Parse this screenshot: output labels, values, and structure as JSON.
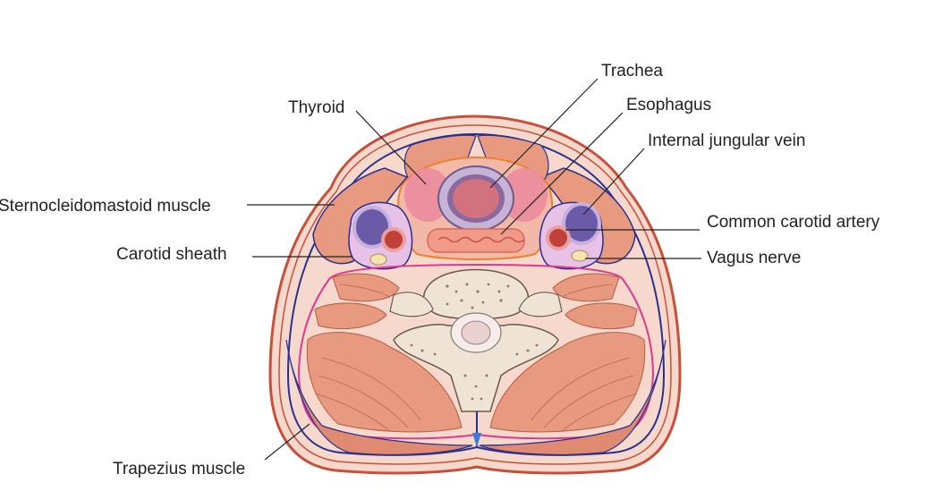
{
  "labels": {
    "trachea": "Trachea",
    "esophagus": "Esophagus",
    "thyroid": "Thyroid",
    "internal_jugular_vein": "Internal jungular vein",
    "sternocleidomastoid": "Sternocleidomastoid muscle",
    "common_carotid_artery": "Common carotid artery",
    "carotid_sheath": "Carotid sheath",
    "vagus_nerve": "Vagus nerve",
    "trapezius": "Trapezius muscle"
  },
  "colors": {
    "skin_outline": "#c8503a",
    "fascia_blue": "#2a2f8c",
    "muscle": "#e79a80",
    "muscle_dark": "#d9785e",
    "background_tissue": "#f6d9cc",
    "pink_fascia": "#e0378f",
    "trachea_purple": "#8a6a9c",
    "vein_purple": "#6b5aa8",
    "artery_red": "#c0403a",
    "bone": "#efe3d6",
    "marrow": "#8a7a68",
    "label_text": "#222222"
  }
}
